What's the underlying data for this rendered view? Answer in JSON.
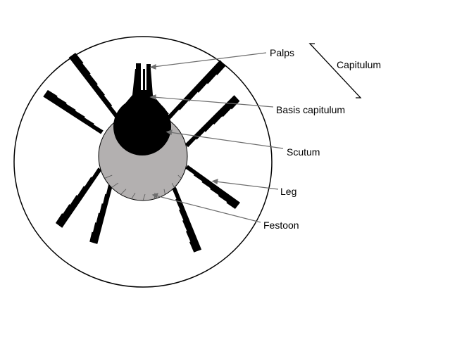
{
  "labels": {
    "palps": "Palps",
    "capitulum": "Capitulum",
    "basis_capitulum": "Basis capitulum",
    "scutum": "Scutum",
    "leg": "Leg",
    "festoon": "Festoon"
  },
  "colors": {
    "body": "#000000",
    "scutum": "#b3b0b0",
    "leader": "#6e6e6e"
  }
}
